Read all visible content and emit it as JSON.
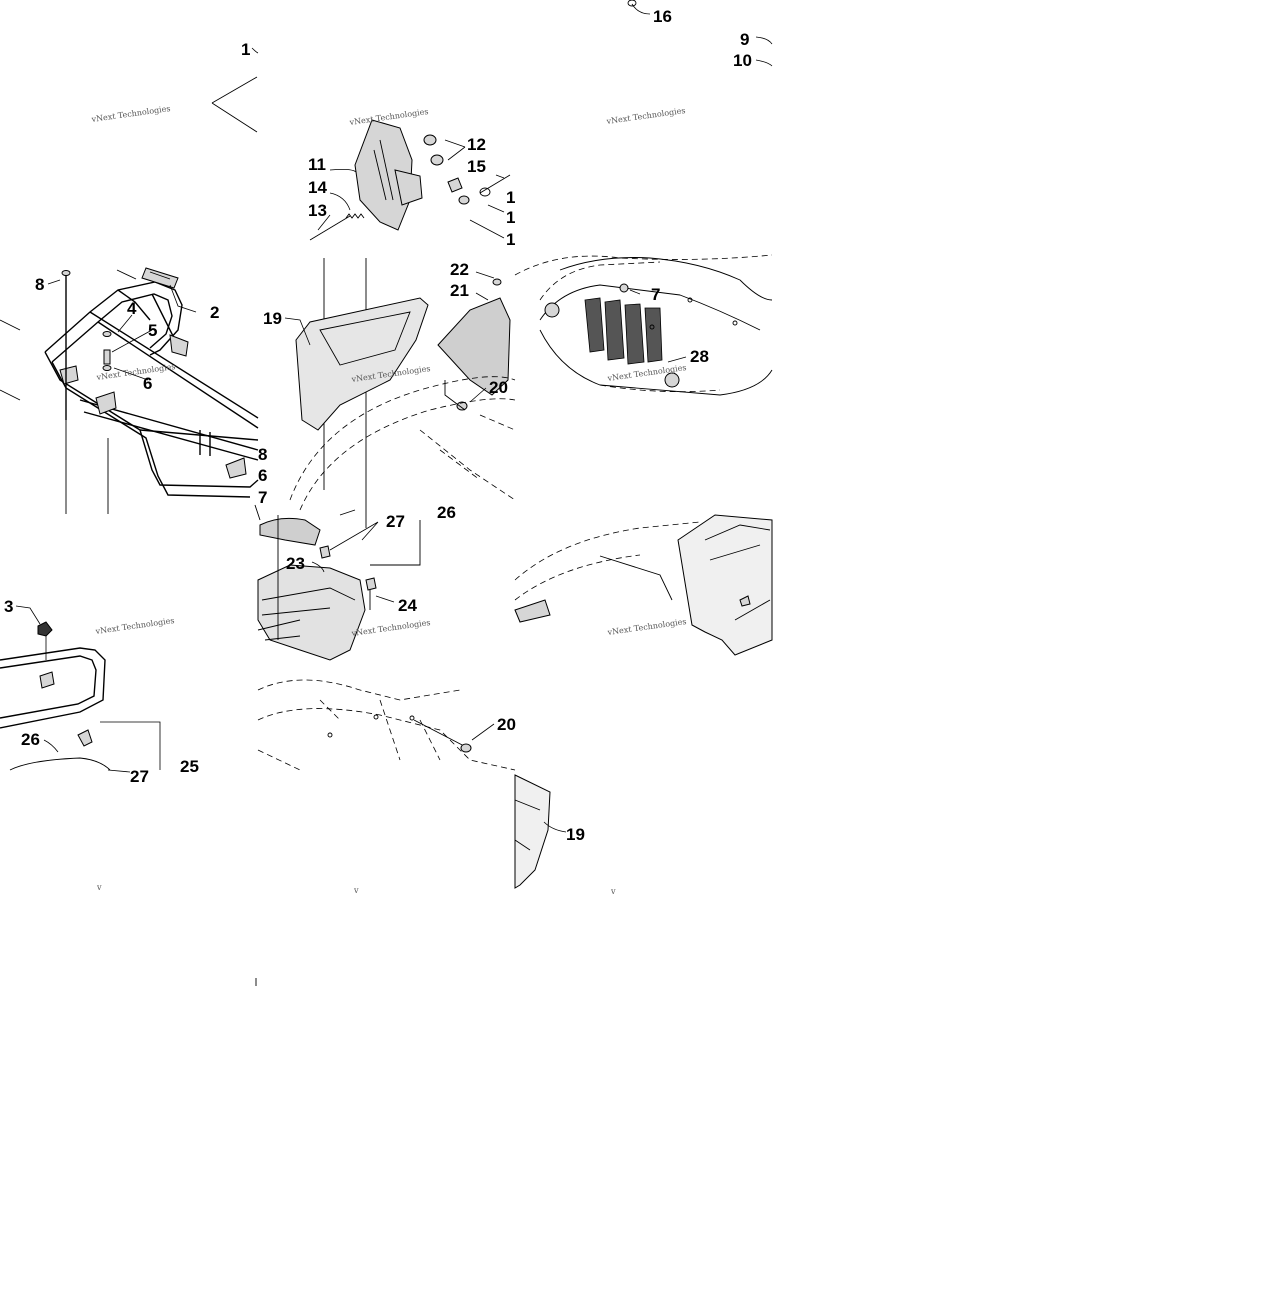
{
  "diagram": {
    "callouts": [
      {
        "id": "c-16",
        "text": "16"
      },
      {
        "id": "c-9",
        "text": "9"
      },
      {
        "id": "c-10",
        "text": "10"
      },
      {
        "id": "c-1a",
        "text": "1"
      },
      {
        "id": "c-12",
        "text": "12"
      },
      {
        "id": "c-11",
        "text": "11"
      },
      {
        "id": "c-15",
        "text": "15"
      },
      {
        "id": "c-14",
        "text": "14"
      },
      {
        "id": "c-13",
        "text": "13"
      },
      {
        "id": "c-1b",
        "text": "1"
      },
      {
        "id": "c-1c",
        "text": "1"
      },
      {
        "id": "c-1d",
        "text": "1"
      },
      {
        "id": "c-8a",
        "text": "8"
      },
      {
        "id": "c-2",
        "text": "2"
      },
      {
        "id": "c-4",
        "text": "4"
      },
      {
        "id": "c-5",
        "text": "5"
      },
      {
        "id": "c-6a",
        "text": "6"
      },
      {
        "id": "c-8b",
        "text": "8"
      },
      {
        "id": "c-6b",
        "text": "6"
      },
      {
        "id": "c-7a",
        "text": "7"
      },
      {
        "id": "c-22",
        "text": "22"
      },
      {
        "id": "c-21",
        "text": "21"
      },
      {
        "id": "c-19a",
        "text": "19"
      },
      {
        "id": "c-7b",
        "text": "7"
      },
      {
        "id": "c-28",
        "text": "28"
      },
      {
        "id": "c-20a",
        "text": "20"
      },
      {
        "id": "c-26a",
        "text": "26"
      },
      {
        "id": "c-27a",
        "text": "27"
      },
      {
        "id": "c-23",
        "text": "23"
      },
      {
        "id": "c-24",
        "text": "24"
      },
      {
        "id": "c-3",
        "text": "3"
      },
      {
        "id": "c-20b",
        "text": "20"
      },
      {
        "id": "c-26b",
        "text": "26"
      },
      {
        "id": "c-27b",
        "text": "27"
      },
      {
        "id": "c-25",
        "text": "25"
      },
      {
        "id": "c-19b",
        "text": "19"
      }
    ],
    "watermarks": [
      {
        "id": "wm-1",
        "text": "vNext Technologies"
      },
      {
        "id": "wm-2",
        "text": "vNext Technologies"
      },
      {
        "id": "wm-3",
        "text": "vNext Technologies"
      },
      {
        "id": "wm-4",
        "text": "vNext Technologies"
      },
      {
        "id": "wm-5",
        "text": "vNext Technologies"
      },
      {
        "id": "wm-6",
        "text": "vNext Technologies"
      },
      {
        "id": "wm-7",
        "text": "vNext Technologies"
      },
      {
        "id": "wm-8",
        "text": "vNext Technologies"
      },
      {
        "id": "wm-9",
        "text": "vNext Technologies"
      }
    ],
    "fragments": [
      {
        "id": "frag-1",
        "text": "v"
      },
      {
        "id": "frag-2",
        "text": "v"
      },
      {
        "id": "frag-3",
        "text": "v"
      }
    ]
  }
}
